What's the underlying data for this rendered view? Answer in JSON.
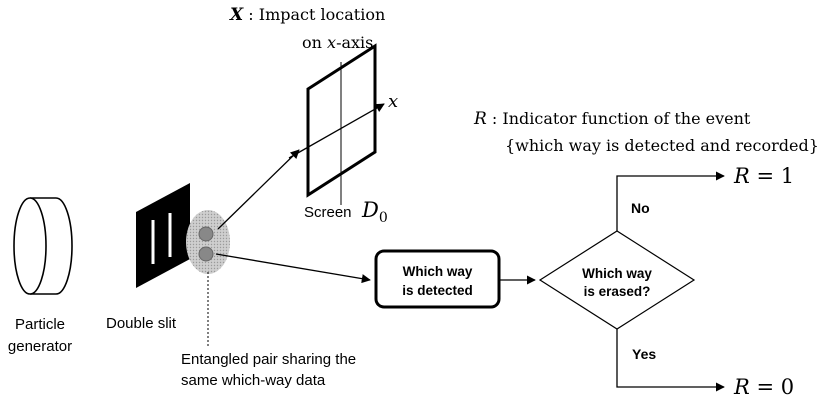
{
  "labels": {
    "x_title_prefix": "X",
    "x_title_text": " : Impact location",
    "x_title_line2_a": "on ",
    "x_title_line2_var": "x",
    "x_title_line2_b": "-axis",
    "axis_x": "x",
    "screen": "Screen",
    "screen_symbol": "D",
    "screen_subscript": "0",
    "r_title_prefix": "R",
    "r_title_text": " : Indicator function of the event",
    "r_title_line2": "{which way is detected and recorded}",
    "particle_line1": "Particle",
    "particle_line2": "generator",
    "double_slit": "Double slit",
    "entangled_line1": "Entangled pair sharing the",
    "entangled_line2": "same which-way data",
    "detected_line1": "Which way",
    "detected_line2": "is detected",
    "erased_line1": "Which way",
    "erased_line2": "is erased?",
    "no": "No",
    "yes": "Yes",
    "r1_var": "R",
    "r1_rest": " = 1",
    "r0_var": "R",
    "r0_rest": " = 0"
  }
}
